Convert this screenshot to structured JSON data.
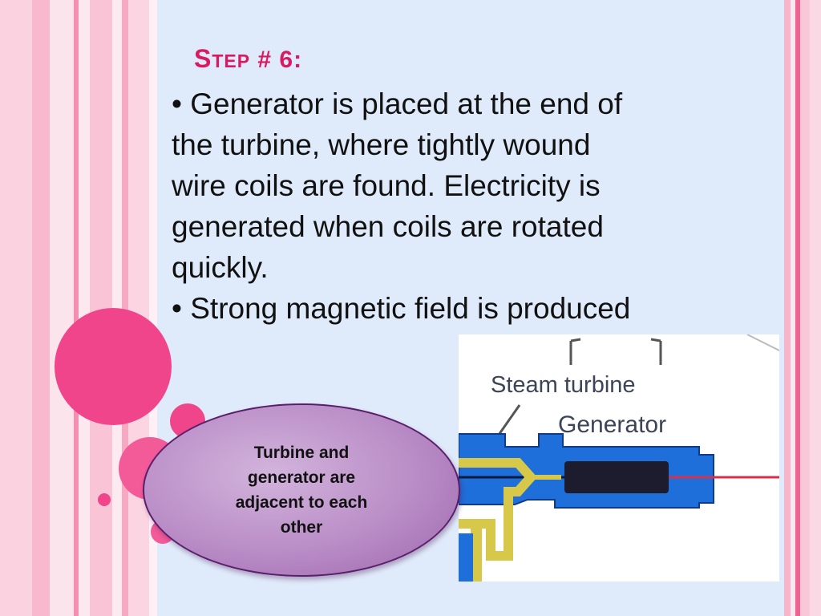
{
  "slide": {
    "title_prefix": "S",
    "title_rest": "TEP",
    "title_suffix": " # 6:",
    "bullets": [
      [
        "• Generator is placed at the end of",
        "the turbine, where tightly wound",
        "wire coils are found.  Electricity is",
        "generated when coils are rotated",
        "quickly."
      ],
      [
        "• Strong magnetic field is produced"
      ]
    ],
    "callout": "Turbine and generator are adjacent to each other"
  },
  "diagram": {
    "label_steam_turbine": "Steam turbine",
    "label_generator": "Generator"
  },
  "colors": {
    "title": "#d81b60",
    "panel": "#dfeafa",
    "pink_circle": "#f0458a",
    "turbine_blue": "#1e6fd9",
    "generator_body": "#1c1c2e"
  }
}
